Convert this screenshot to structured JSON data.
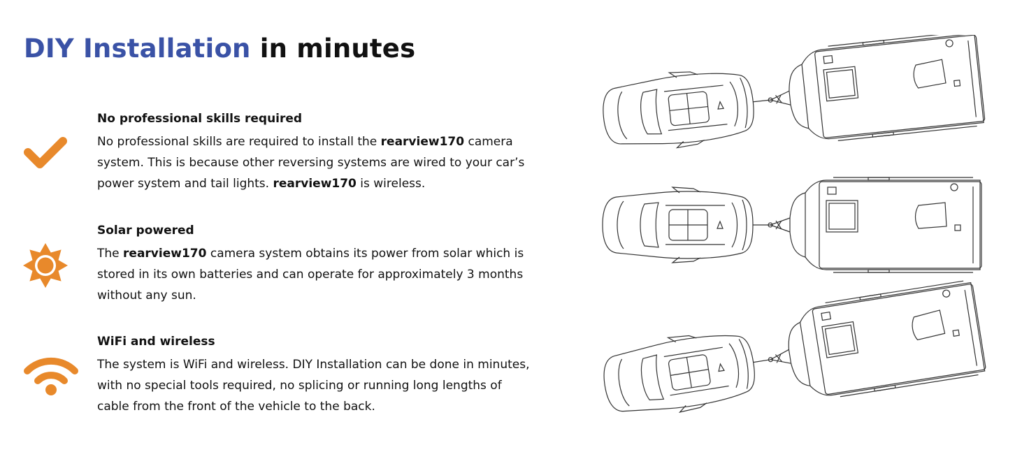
{
  "title": {
    "highlight": "DIY Installation",
    "rest": " in minutes"
  },
  "colors": {
    "accent_blue": "#3a52a6",
    "accent_orange": "#e8892b"
  },
  "features": [
    {
      "icon": "checkmark-icon",
      "heading": "No professional skills required",
      "p1": "No professional skills are required to install the ",
      "b1": "rearview170",
      "p2": " camera system. This is because other reversing systems are wired to your car’s power system and tail lights. ",
      "b2": "rearview170",
      "p3": " is wireless."
    },
    {
      "icon": "sun-icon",
      "heading": "Solar powered",
      "p1": "The ",
      "b1": "rearview170",
      "p2": " camera system obtains its power from solar which is stored in its own batteries and can operate for approximately 3 months without any sun."
    },
    {
      "icon": "wifi-icon",
      "heading": "WiFi and wireless",
      "p1": "The system is WiFi and wireless. DIY Installation can be done in minutes, with no special tools required, no splicing or running long lengths of cable from the front of the vehicle to the back."
    }
  ]
}
